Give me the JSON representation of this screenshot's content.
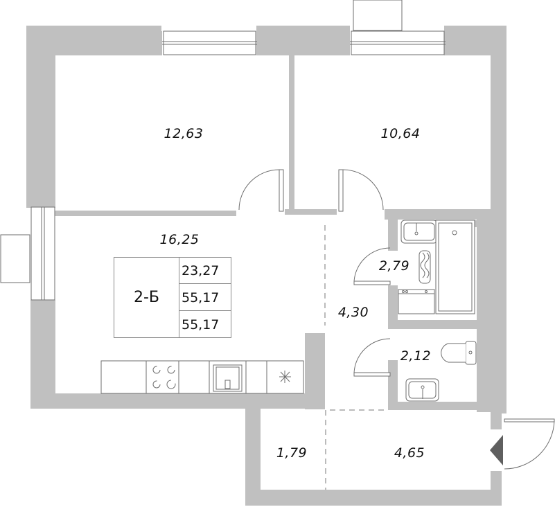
{
  "plan": {
    "unit_code": "2-Б",
    "totals": {
      "living_area": "23,27",
      "total_area": "55,17",
      "total_area_with_balcony": "55,17"
    },
    "rooms": [
      {
        "name": "bedroom-1",
        "area": "12,63"
      },
      {
        "name": "bedroom-2",
        "area": "10,64"
      },
      {
        "name": "kitchen-living",
        "area": "16,25"
      },
      {
        "name": "hallway",
        "area": "4,30"
      },
      {
        "name": "bathroom",
        "area": "2,79"
      },
      {
        "name": "toilet",
        "area": "2,12"
      },
      {
        "name": "entry-closet",
        "area": "1,79"
      },
      {
        "name": "entry-hall",
        "area": "4,65"
      }
    ],
    "colors": {
      "wall": "#c0c0c0",
      "line": "#6e6e6e",
      "entrance_marker": "#5f5f5f",
      "text": "#111111"
    }
  }
}
